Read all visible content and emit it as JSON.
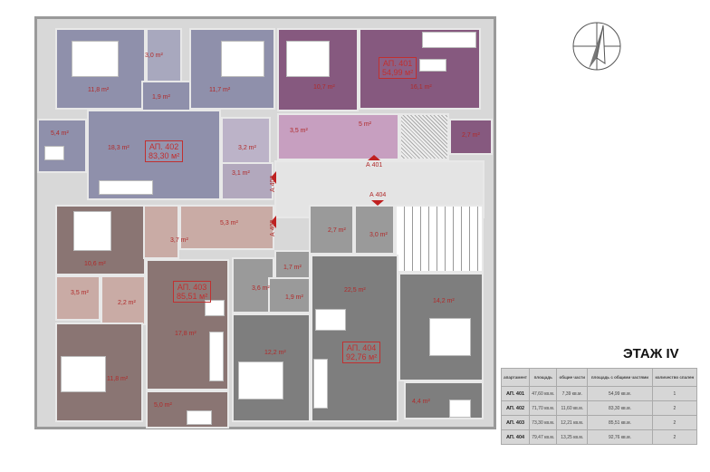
{
  "title": "ЭТАЖ IV",
  "apartments": [
    {
      "name": "АП. 401",
      "area": "54,99 м²"
    },
    {
      "name": "АП. 402",
      "area": "83,30 м²"
    },
    {
      "name": "АП. 403",
      "area": "85,51 м²"
    },
    {
      "name": "АП. 404",
      "area": "92,76 м²"
    }
  ],
  "entries": [
    "А 401",
    "А 402",
    "А 403",
    "А 404"
  ],
  "rooms": {
    "r402": [
      "11,8 m²",
      "3,0 m²",
      "1,9 m²",
      "11,7 m²",
      "18,3 m²",
      "5,4 m²",
      "3,2 m²",
      "3,1 m²"
    ],
    "r401": [
      "10,7 m²",
      "16,1 m²",
      "5 m²",
      "3,5 m²",
      "2,7 m²"
    ],
    "r403": [
      "10,6 m²",
      "3,7 m²",
      "5,3 m²",
      "3,5 m²",
      "2,2 m²",
      "17,8 m²",
      "11,8 m²",
      "5,0 m²"
    ],
    "r404": [
      "2,7 m²",
      "3,0 m²",
      "1,7 m²",
      "3,6 m²",
      "1,9 m²",
      "22,5 m²",
      "12,2 m²",
      "14,2 m²",
      "4,4 m²"
    ]
  },
  "table": {
    "headers": [
      "апартамент",
      "площадь",
      "общие части",
      "площадь с общими частями",
      "количество спален"
    ],
    "rows": [
      [
        "АП. 401",
        "47,60 кв.м.",
        "7,39 кв.м.",
        "54,99 кв.м.",
        "1"
      ],
      [
        "АП. 402",
        "71,70 кв.м.",
        "11,60 кв.м.",
        "83,30 кв.м.",
        "2"
      ],
      [
        "АП. 403",
        "73,30 кв.м.",
        "12,21 кв.м.",
        "85,51 кв.м.",
        "2"
      ],
      [
        "АП. 404",
        "79,47 кв.м.",
        "13,25 кв.м.",
        "92,76 кв.м.",
        "2"
      ]
    ]
  },
  "colors": {
    "a401": "#86597f",
    "a402": "#8f90ab",
    "a403": "#8a7573",
    "a404": "#7e7e7e",
    "label": "#b02a2a"
  }
}
